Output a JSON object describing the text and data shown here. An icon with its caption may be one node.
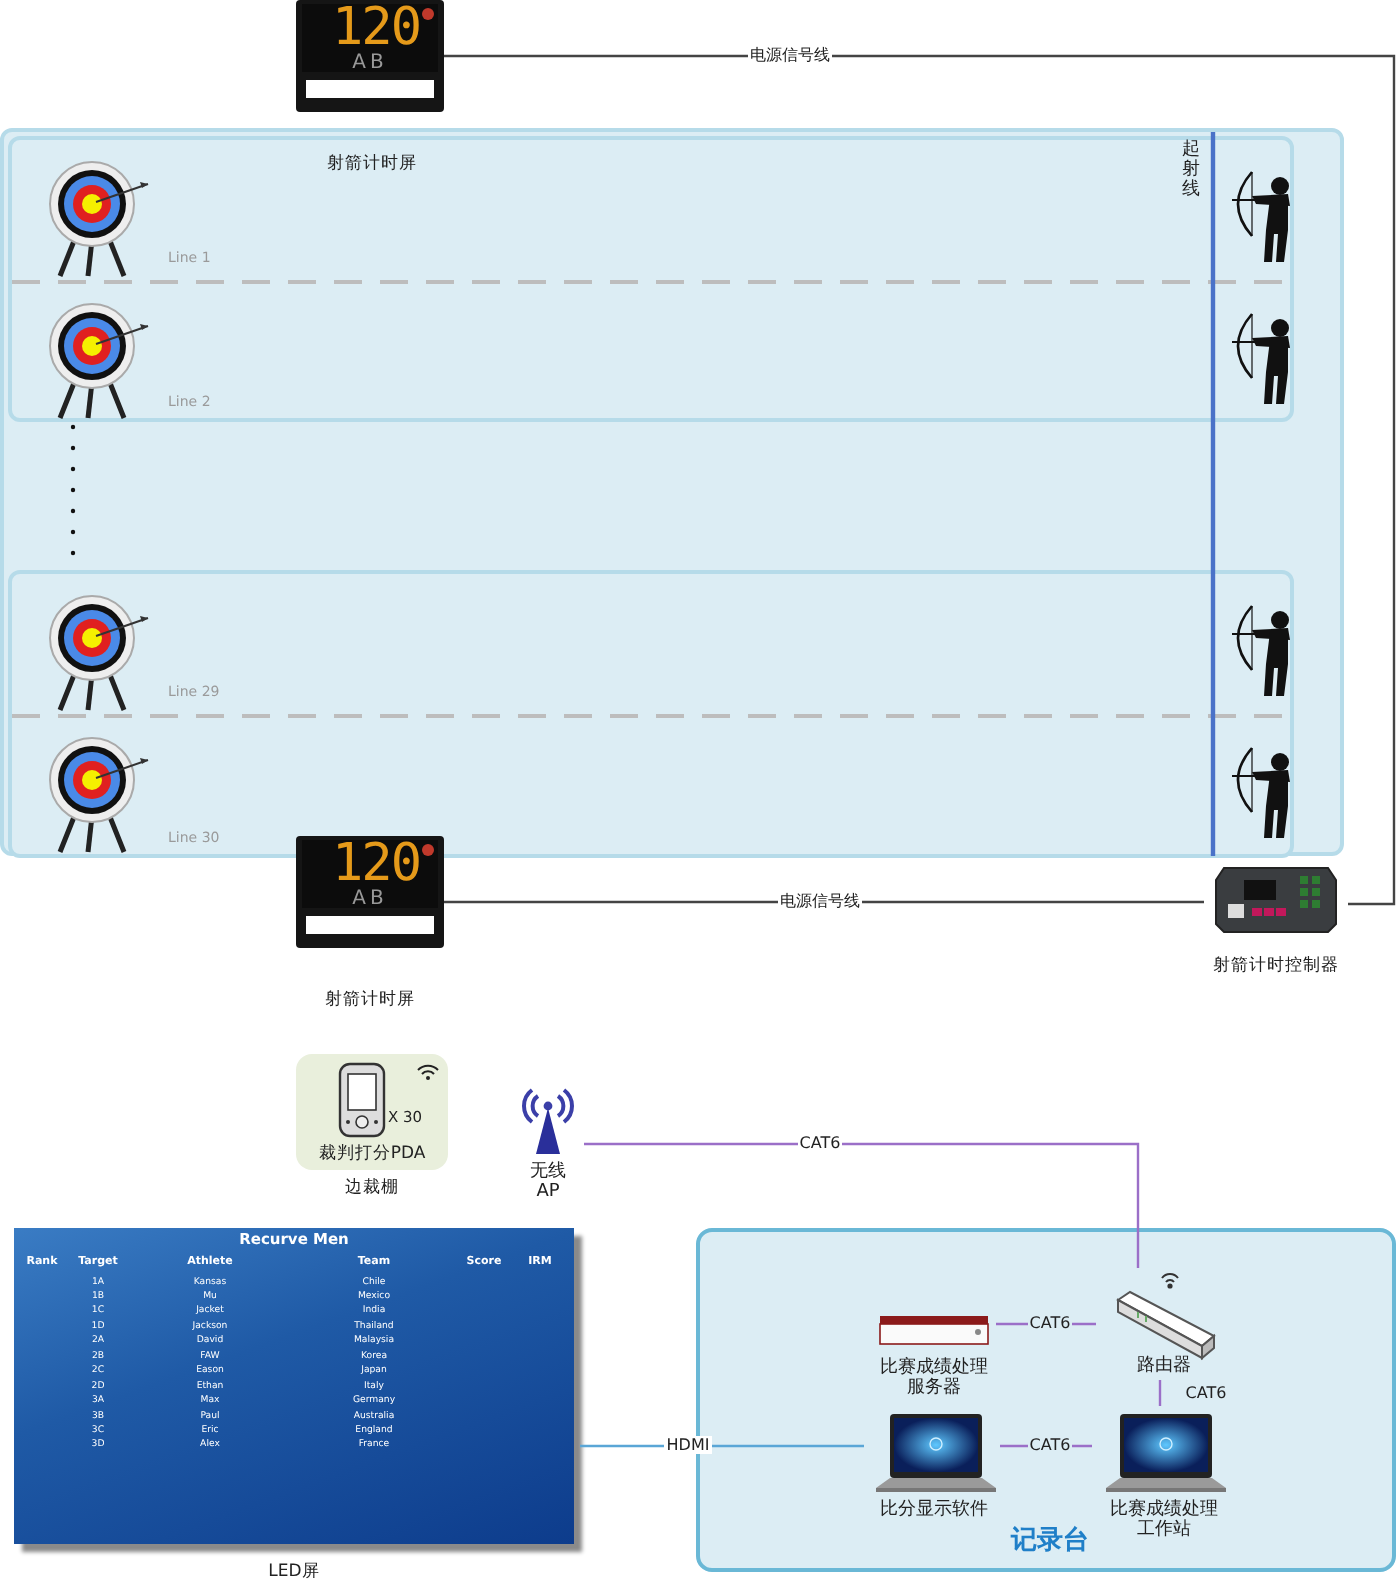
{
  "diagram": {
    "nodes": [
      {
        "text": [
          "120",
          "AB"
        ]
      },
      {
        "text": [],
        "shape": "box"
      },
      {
        "text": [],
        "shape": "box",
        "in": 1
      },
      {
        "text": [
          "Line 1"
        ],
        "in": 2
      },
      {
        "text": [
          "Line 2"
        ],
        "in": 2
      },
      {
        "text": [],
        "shape": "box",
        "in": 1
      },
      {
        "text": [
          "Line 29"
        ],
        "in": 5
      },
      {
        "text": [
          "Line 30"
        ],
        "in": 5
      },
      {
        "text": [
          "120",
          "AB",
          "射箭计时屏"
        ]
      },
      {
        "text": [
          "射箭计时控制器"
        ]
      },
      {
        "text": [
          "X 30",
          "裁判打分PDA"
        ],
        "beside": [
          "边裁棚"
        ]
      },
      {
        "text": [
          "无线AP"
        ]
      },
      {
        "text": [
          "Recurve Men"
        ],
        "beside": [
          "LED屏"
        ]
      },
      {
        "text": [
          "记录台"
        ]
      },
      {
        "text": [
          "比赛成绩处理服务器"
        ],
        "in": 13
      },
      {
        "text": [
          "路由器"
        ],
        "in": 13
      },
      {
        "text": [
          "比分显示软件"
        ],
        "in": 13
      },
      {
        "text": [
          "比赛成绩处理工作站"
        ],
        "in": 13
      }
    ],
    "edges": [
      {
        "from": 0,
        "to": 9,
        "arrow": "none",
        "label": "电源信号线",
        "color": "#444444"
      },
      {
        "from": 8,
        "to": 9,
        "arrow": "none",
        "label": "电源信号线",
        "color": "#444444"
      },
      {
        "from": 11,
        "to": 15,
        "arrow": "none",
        "label": "CAT6"
      },
      {
        "from": 14,
        "to": 15,
        "arrow": "none",
        "label": "CAT6"
      },
      {
        "from": 15,
        "to": 17,
        "arrow": "none",
        "label": "CAT6"
      },
      {
        "from": 16,
        "to": 17,
        "arrow": "none",
        "label": "CAT6"
      },
      {
        "from": 12,
        "to": 16,
        "arrow": "none",
        "label": "HDMI",
        "color": "#5aa6d6"
      }
    ],
    "labels": [
      "射箭计时屏",
      "起射线",
      "Rank",
      "Target",
      "Athlete",
      "Team",
      "Score",
      "IRM",
      "1A",
      "Kansas",
      "Chile",
      "1B",
      "Mu",
      "Mexico",
      "1C",
      "Jacket",
      "India",
      "1D",
      "Jackson",
      "Thailand",
      "2A",
      "David",
      "Malaysia",
      "2B",
      "FAW",
      "Korea",
      "2C",
      "Eason",
      "Japan",
      "2D",
      "Ethan",
      "Italy",
      "3A",
      "Max",
      "Germany",
      "3B",
      "Paul",
      "Australia",
      "3C",
      "Eric",
      "England",
      "3D",
      "Alex",
      "France"
    ]
  }
}
